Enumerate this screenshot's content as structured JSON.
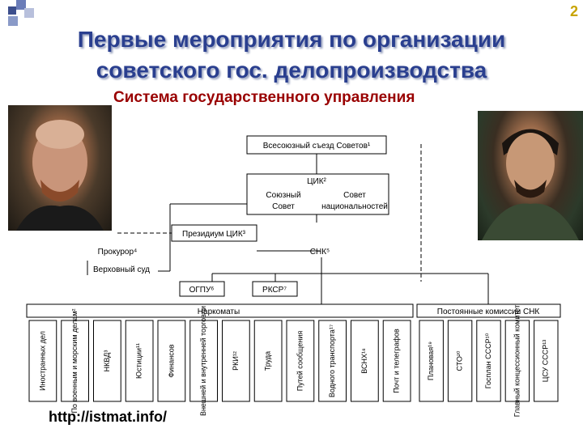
{
  "slide": {
    "number": "2",
    "title_line1": "Первые мероприятия по организации",
    "title_line2": "советского гос. делопроизводства",
    "subtitle": "Система государственного управления",
    "url": "http://istmat.info/"
  },
  "colors": {
    "title": "#2a3f8f",
    "subtitle": "#990000",
    "number": "#c8a400",
    "decor": "#3c4e8c"
  },
  "diagram": {
    "congress": "Всесоюзный съезд Советов¹",
    "tsik": "ЦИК²",
    "soviet_union_1": "Союзный",
    "soviet_union_2": "Совет",
    "soviet_nat_1": "Совет",
    "soviet_nat_2": "национальностей",
    "presidium": "Президиум ЦИК³",
    "prokuror": "Прокурор⁴",
    "supreme_court": "Верховный суд",
    "snk": "СНК⁵",
    "ogpu": "ОГПУ⁶",
    "rkp": "РКСР⁷",
    "narkomaty": "Наркоматы",
    "commissions": "Постоянные комиссии СНК",
    "commissariats": [
      "Иностранных дел",
      "По военным и морским делам²",
      "НКВД³",
      "Юстиции¹¹",
      "Финансов",
      "Внешней и внутренней торговли",
      "РКИ¹²",
      "Труда",
      "Путей сообщения",
      "Водного транспорта¹⁷",
      "ВСНХ¹⁸",
      "Почт и телеграфов"
    ],
    "commissions_list": [
      "Плановая¹⁹",
      "СТО²⁰",
      "Госплан СССР¹⁰",
      "Главный концессионный комитет",
      "ЦСУ СССР¹³"
    ]
  }
}
